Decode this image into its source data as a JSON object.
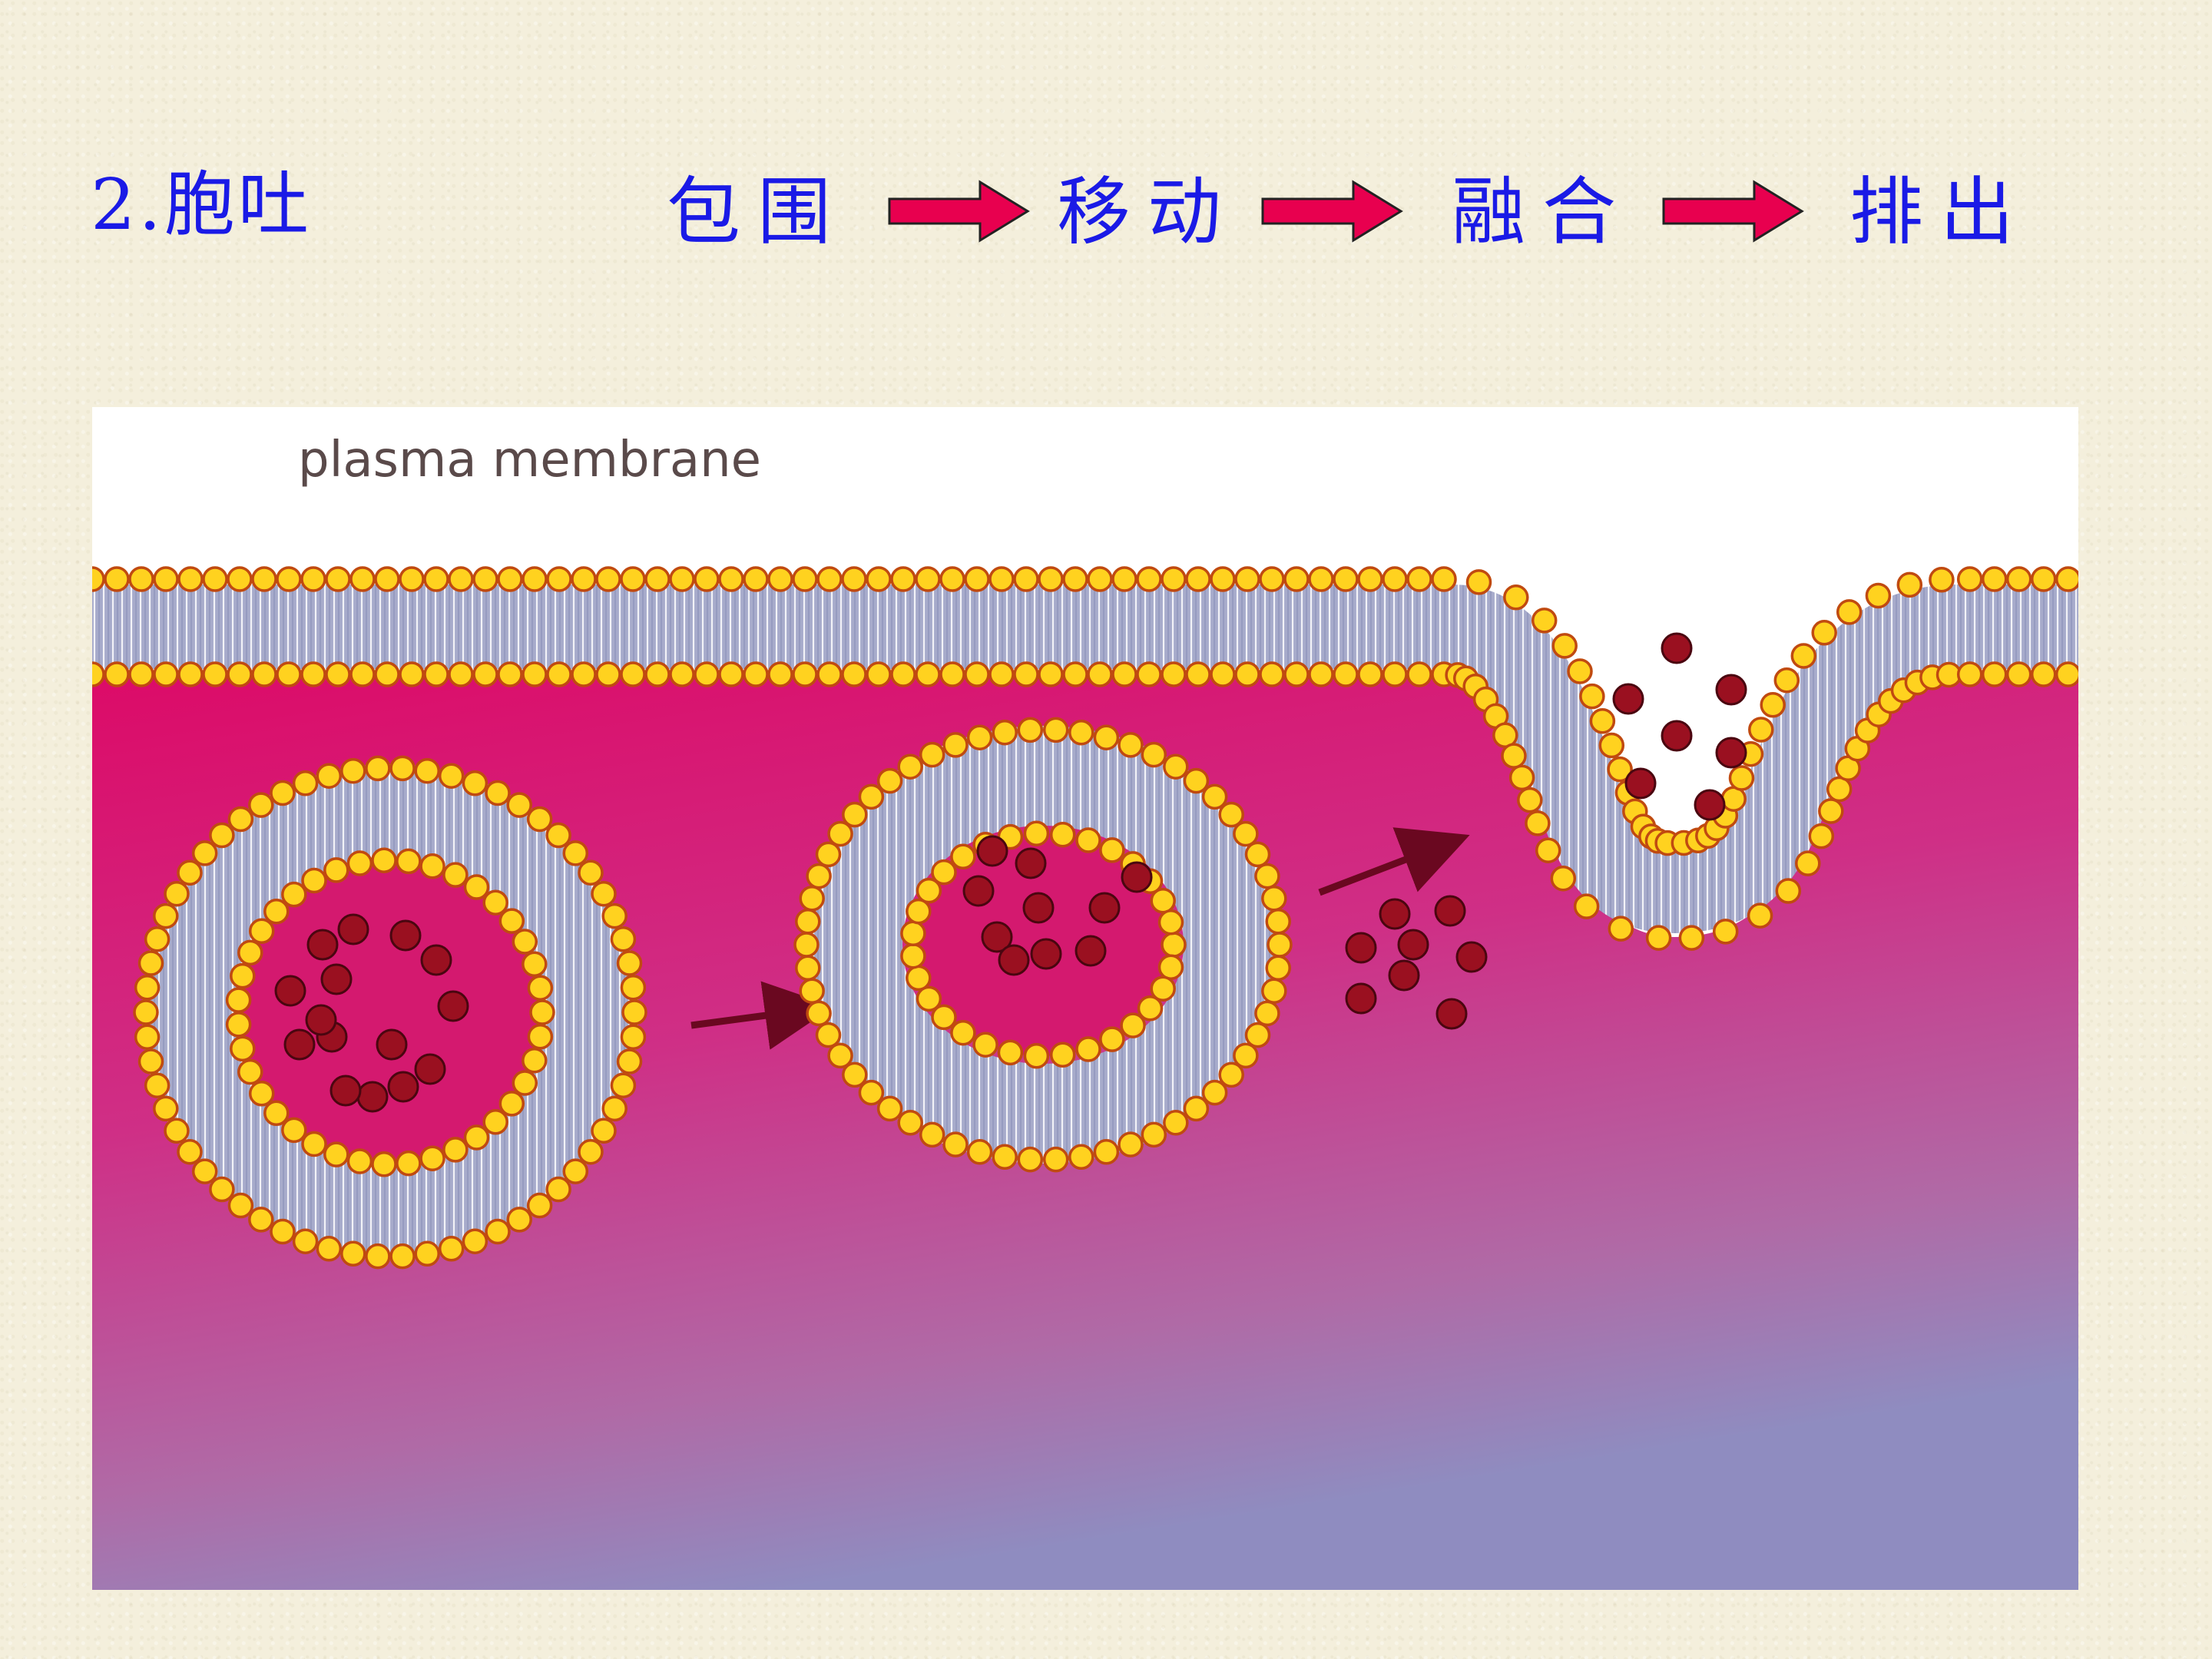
{
  "title": "2.胞吐",
  "steps": [
    "包围",
    "移动",
    "融合",
    "排出"
  ],
  "diagram": {
    "label": "plasma membrane"
  },
  "colors": {
    "text_blue": "#1a1ae6",
    "arrow_fill": "#e8004f",
    "cytoplasm_top": "#d90f6a",
    "cytoplasm_bottom": "#8f8cc0",
    "lipid_head": "#ffd21f",
    "lipid_head_stroke": "#c04a10",
    "lipid_tail": "#9ea3c6",
    "secretion_particle": "#9a1020"
  }
}
